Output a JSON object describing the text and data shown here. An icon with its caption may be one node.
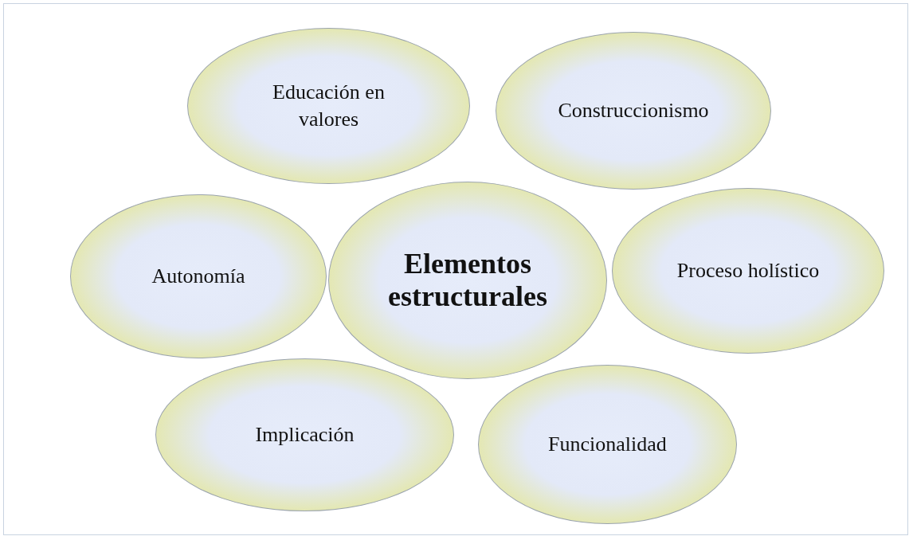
{
  "diagram": {
    "nodes": [
      {
        "text": [
          "Educación en valores"
        ]
      },
      {
        "text": [
          "Construccionismo"
        ]
      },
      {
        "text": [
          "Autonomía"
        ]
      },
      {
        "text": [
          "Elementos estructurales"
        ]
      },
      {
        "text": [
          "Proceso holístico"
        ]
      },
      {
        "text": [
          "Implicación"
        ]
      },
      {
        "text": [
          "Funcionalidad"
        ]
      }
    ],
    "edges": []
  }
}
